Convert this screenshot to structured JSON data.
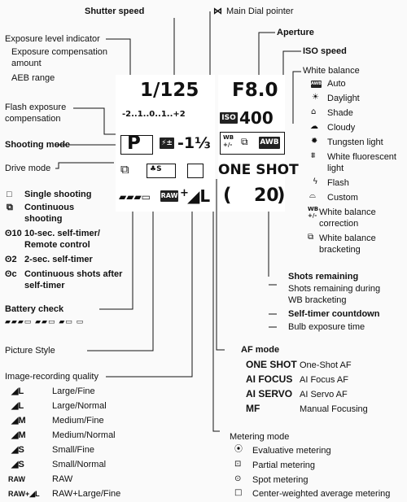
{
  "labels": {
    "shutter_speed": "Shutter speed",
    "main_dial_pointer": "Main Dial pointer",
    "exposure_level_indicator": "Exposure level indicator",
    "exp_comp_amount_1": "Exposure compensation",
    "exp_comp_amount_2": "amount",
    "aeb_range": "AEB range",
    "aperture": "Aperture",
    "iso_speed": "ISO speed",
    "white_balance": "White balance",
    "flash_exp_comp_1": "Flash exposure",
    "flash_exp_comp_2": "compensation",
    "shooting_mode": "Shooting mode",
    "drive_mode": "Drive mode",
    "battery_check": "Battery check",
    "picture_style": "Picture Style",
    "image_recording_quality": "Image-recording quality",
    "shots_remaining": "Shots remaining",
    "shots_remaining_wb_1": "Shots remaining during",
    "shots_remaining_wb_2": "WB bracketing",
    "self_timer_countdown": "Self-timer countdown",
    "bulb_exposure_time": "Bulb exposure time",
    "af_mode": "AF mode",
    "metering_mode": "Metering mode"
  },
  "lcd": {
    "shutter": "1/125",
    "aperture": "F8.0",
    "scale": "-2..1..0..1..+2",
    "iso_badge": "ISO",
    "iso_value": "400",
    "mode": "P",
    "flash_comp": "-1⅓",
    "wb_plus": "WB\n+/-",
    "awb": "AWB",
    "af": "ONE SHOT",
    "raw": "RAW",
    "plus": "+",
    "quality": "L",
    "shots": "20"
  },
  "white_balance": [
    "Auto",
    "Daylight",
    "Shade",
    "Cloudy",
    "Tungsten light",
    "White fluorescent",
    "light",
    "Flash",
    "Custom",
    "White balance",
    "correction",
    "White balance",
    "bracketing"
  ],
  "drive_modes": [
    {
      "icon": "□",
      "label": "Single shooting"
    },
    {
      "icon": "⧉",
      "label": "Continuous"
    },
    {
      "icon": "",
      "label": "shooting"
    },
    {
      "icon": "ʘ10",
      "label": "10-sec. self-timer/"
    },
    {
      "icon": "",
      "label": "Remote control"
    },
    {
      "icon": "ʘ2",
      "label": "2-sec. self-timer"
    },
    {
      "icon": "ʘc",
      "label": "Continuous shots after"
    },
    {
      "icon": "",
      "label": "self-timer"
    }
  ],
  "quality": [
    {
      "icon": "◢L",
      "label": "Large/Fine"
    },
    {
      "icon": "◢L",
      "label": "Large/Normal"
    },
    {
      "icon": "◢M",
      "label": "Medium/Fine"
    },
    {
      "icon": "◢M",
      "label": "Medium/Normal"
    },
    {
      "icon": "◢S",
      "label": "Small/Fine"
    },
    {
      "icon": "◢S",
      "label": "Small/Normal"
    },
    {
      "icon": "RAW",
      "label": "RAW"
    },
    {
      "icon": "RAW+◢L",
      "label": "RAW+Large/Fine"
    }
  ],
  "af_modes": [
    {
      "code": "ONE SHOT",
      "label": "One-Shot AF"
    },
    {
      "code": "AI FOCUS",
      "label": "AI Focus AF"
    },
    {
      "code": "AI SERVO",
      "label": "AI Servo AF"
    },
    {
      "code": "MF",
      "label": "Manual Focusing"
    }
  ],
  "metering": [
    "Evaluative metering",
    "Partial metering",
    "Spot metering",
    "Center-weighted average metering"
  ]
}
